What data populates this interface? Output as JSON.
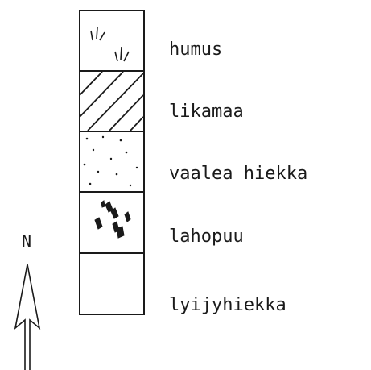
{
  "layers": [
    {
      "id": "humus",
      "label": "humus",
      "pattern": "grass-tufts"
    },
    {
      "id": "likamaa",
      "label": "likamaa",
      "pattern": "diagonal-hatch"
    },
    {
      "id": "vaalea-hiekka",
      "label": "vaalea hiekka",
      "pattern": "dots"
    },
    {
      "id": "lahopuu",
      "label": "lahopuu",
      "pattern": "wood-fragments"
    },
    {
      "id": "lyijyhiekka",
      "label": "lyijyhiekka",
      "pattern": "blank"
    }
  ],
  "north": {
    "label": "N",
    "icon": "north-arrow-icon"
  }
}
